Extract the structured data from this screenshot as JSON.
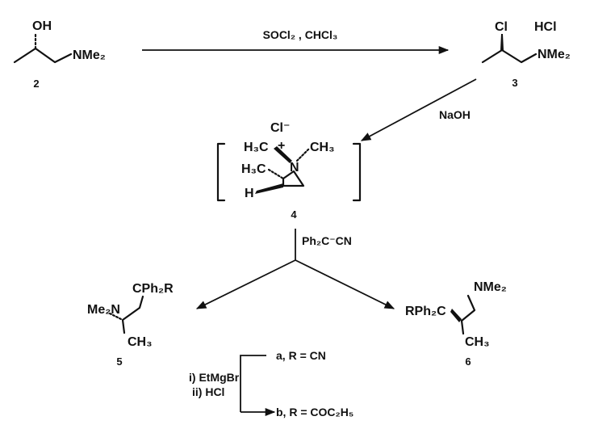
{
  "scheme": {
    "compound_2": {
      "oh": "OH",
      "nme2": "NMe₂",
      "number": "2"
    },
    "step1": {
      "reagents": "SOCl₂ , CHCl₃"
    },
    "compound_3": {
      "cl": "Cl",
      "hcl": "HCl",
      "nme2": "NMe₂",
      "number": "3"
    },
    "step2": {
      "reagent": "NaOH"
    },
    "compound_4": {
      "anion": "Cl⁻",
      "charge": "+",
      "n": "N",
      "h3c_left": "H₃C",
      "ch3_right": "CH₃",
      "h3c_ring": "H₃C",
      "h": "H",
      "number": "4"
    },
    "step3": {
      "reagent": "Ph₂C⁻CN"
    },
    "compound_5": {
      "cph2r": "CPh₂R",
      "me2n": "Me₂N",
      "ch3": "CH₃",
      "number": "5"
    },
    "compound_6": {
      "rph2c": "RPh₂C",
      "nme2": "NMe₂",
      "ch3": "CH₃",
      "number": "6"
    },
    "step4": {
      "reagent_1": "i) EtMgBr",
      "reagent_2": "ii) HCl",
      "variant_a": "a, R = CN",
      "variant_b": "b, R = COC₂H₅"
    }
  }
}
